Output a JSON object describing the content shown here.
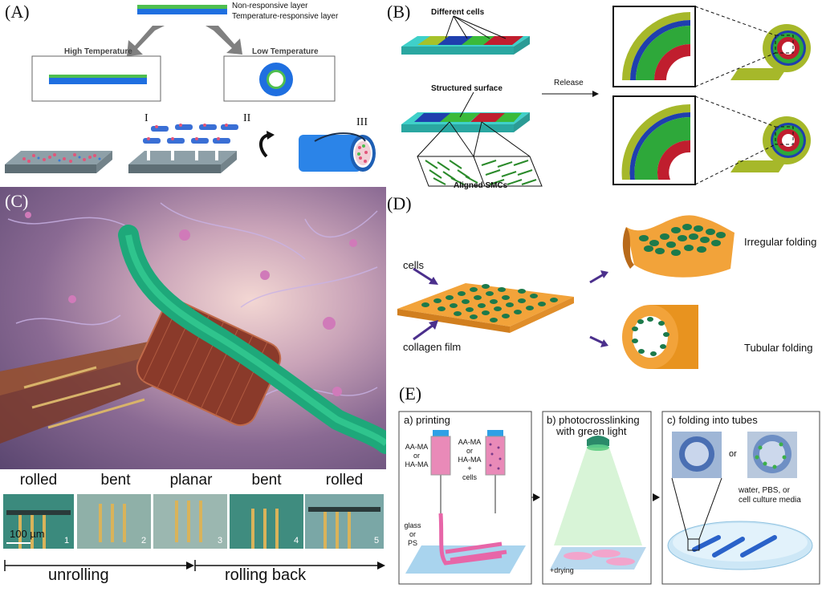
{
  "panels": {
    "a": {
      "label": "(A)",
      "legend_top": "Non-responsive layer",
      "legend_bottom": "Temperature-responsive layer",
      "high_temp": "High Temperature",
      "low_temp": "Low Temperature",
      "step1": "I",
      "step2": "II",
      "step3": "III"
    },
    "b": {
      "label": "(B)",
      "different_cells": "Different cells",
      "structured_surface": "Structured surface",
      "release": "Release",
      "aligned_smcs": "Aligned SMCs"
    },
    "c": {
      "label": "(C)",
      "states": [
        "rolled",
        "bent",
        "planar",
        "bent",
        "rolled"
      ],
      "frame_numbers": [
        "1",
        "2",
        "3",
        "4",
        "5"
      ],
      "scale_bar": "100 µm",
      "unrolling": "unrolling",
      "rolling_back": "rolling back"
    },
    "d": {
      "label": "(D)",
      "cells": "cells",
      "collagen_film": "collagen film",
      "irregular": "Irregular folding",
      "tubular": "Tubular folding"
    },
    "e": {
      "label": "(E)",
      "step_a": "a) printing",
      "step_b_line1": "b) photocrosslinking",
      "step_b_line2": "with green light",
      "step_c": "c) folding into tubes",
      "ink1": [
        "AA-MA",
        "or",
        "HA-MA"
      ],
      "ink2": [
        "AA-MA",
        "or",
        "HA-MA",
        "+",
        "cells"
      ],
      "substrate": [
        "glass",
        "or",
        "PS"
      ],
      "drying": "+drying",
      "or_label": "or",
      "media": [
        "water, PBS, or",
        "cell culture media"
      ]
    }
  },
  "colors": {
    "blue": "#1f6fe0",
    "green": "#4fbf4f",
    "teal": "#3fd0c9",
    "red": "#c01e2e",
    "olive": "#a6b82a",
    "orange": "#f2a33a",
    "dark_green": "#1c7a4b",
    "pink": "#e766a8",
    "purple_arrow": "#4b2f8c"
  }
}
